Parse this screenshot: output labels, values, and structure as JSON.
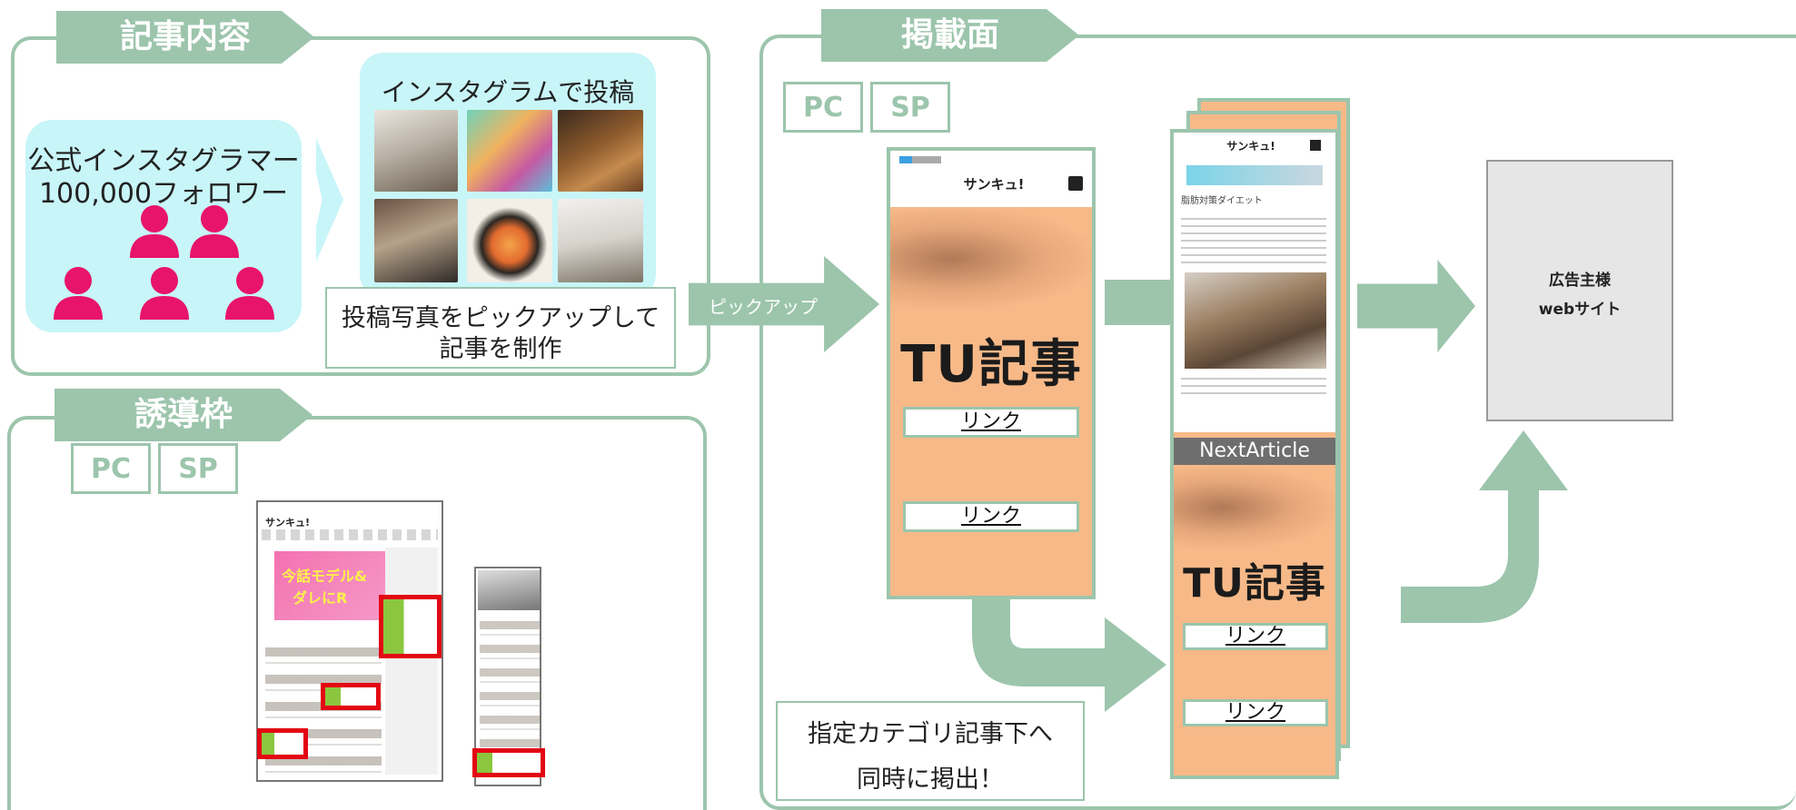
{
  "article_panel": {
    "tab": "記事内容",
    "influencer_line1": "公式インスタグラマー",
    "influencer_line2": "100,000フォロワー",
    "instagram_title": "インスタグラムで投稿",
    "pickup_note_line1": "投稿写真をピックアップして",
    "pickup_note_line2": "記事を制作"
  },
  "guide_panel": {
    "tab": "誘導枠",
    "chip_pc": "PC",
    "chip_sp": "SP",
    "pc_mock_logo": "サンキュ!",
    "pc_mock_banner_line1": "今話モデル&",
    "pc_mock_banner_line2": "ダレにR"
  },
  "placement_panel": {
    "tab": "掲載面",
    "chip_pc": "PC",
    "chip_sp": "SP",
    "arrow_label": "ピックアップ",
    "phone_logo": "サンキュ!",
    "tu_title": "TU記事",
    "link_label": "リンク",
    "next_article": "NextArticle",
    "stacked_headline": "脂肪対策ダイエット",
    "category_note_line1": "指定カテゴリ記事下へ",
    "category_note_line2": "同時に掲出！",
    "advertiser_line1": "広告主様",
    "advertiser_line2": "webサイト"
  },
  "colors": {
    "accent_green": "#9cc5ac",
    "cyan_bubble": "#c8f5f8",
    "person_pink": "#e8136b",
    "phone_orange": "#f7b988",
    "highlight_red": "#e30613",
    "next_article_gray": "#6e6e6e",
    "advertiser_gray": "#e6e6e6"
  }
}
